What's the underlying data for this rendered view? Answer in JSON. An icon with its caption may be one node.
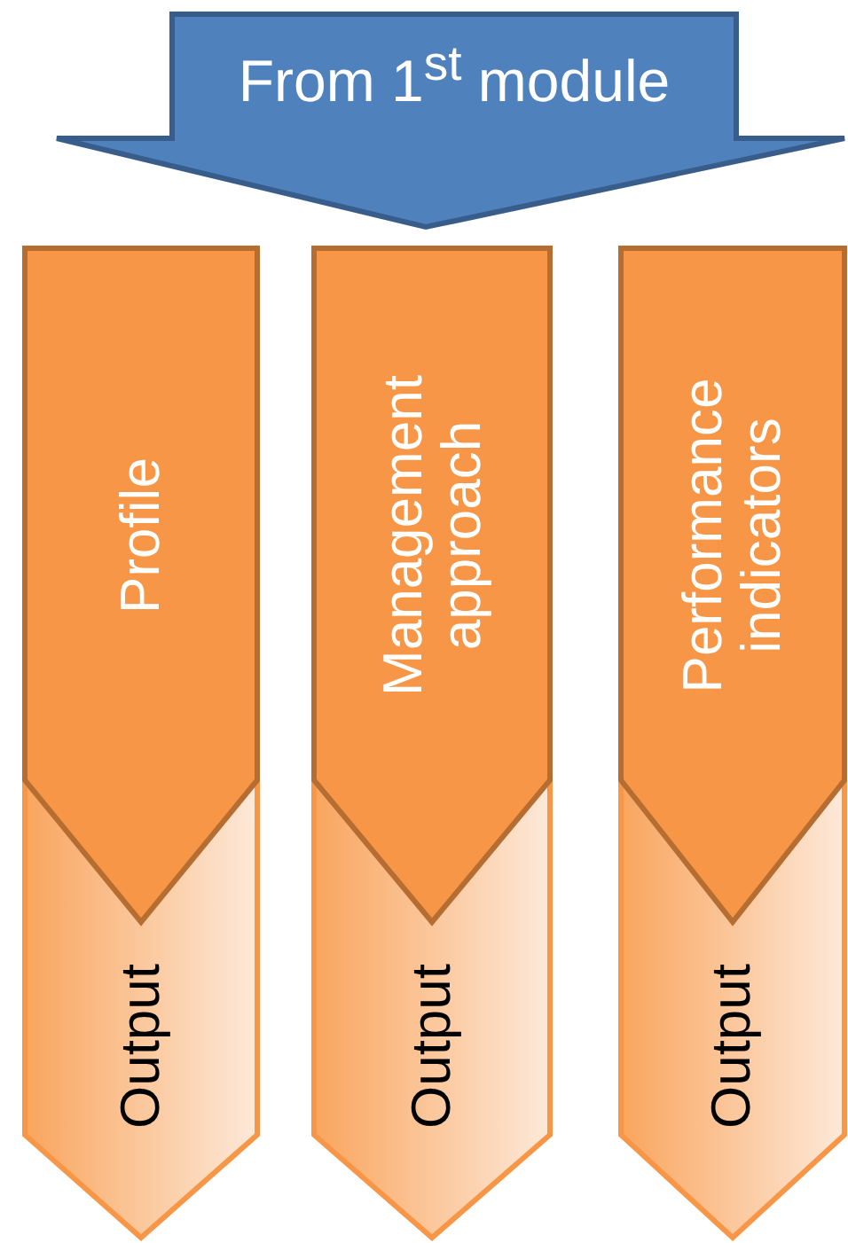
{
  "diagram": {
    "nodes": [
      {
        "text": [
          "From 1$^{st}$ module"
        ]
      },
      {
        "text": [
          "Profile"
        ]
      },
      {
        "text": [
          "Output"
        ]
      },
      {
        "text": [
          "Management approach"
        ]
      },
      {
        "text": [
          "Output"
        ]
      },
      {
        "text": [
          "Performance indicators"
        ]
      },
      {
        "text": [
          "Output"
        ]
      }
    ]
  }
}
